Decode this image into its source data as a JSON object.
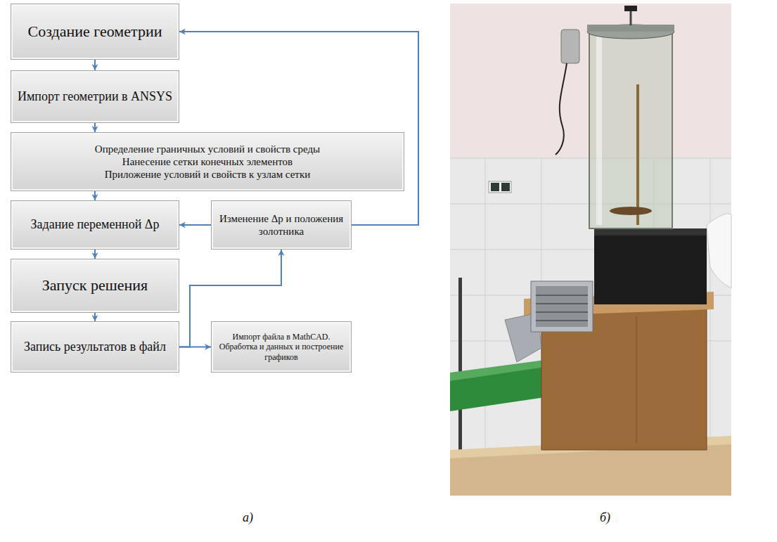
{
  "diagram": {
    "nodes": [
      {
        "text": [
          "Создание геометрии"
        ]
      },
      {
        "text": [
          "Импорт геометрии в ANSYS"
        ]
      },
      {
        "text": [
          "Определение граничных условий и свойств среды",
          "Нанесение сетки конечных элементов",
          "Приложение условий и свойств к узлам сетки"
        ]
      },
      {
        "text": [
          "Задание переменной Δp"
        ]
      },
      {
        "text": [
          "Изменение Δp и положения золотника"
        ]
      },
      {
        "text": [
          "Запуск решения"
        ]
      },
      {
        "text": [
          "Запись результатов в файл"
        ]
      },
      {
        "text": [
          "Импорт файла в MathCAD. Обработка и данных и построение графиков"
        ]
      }
    ],
    "edges": [
      {
        "from": 0,
        "to": 1,
        "arrow": "to"
      },
      {
        "from": 1,
        "to": 2,
        "arrow": "to"
      },
      {
        "from": 2,
        "to": 3,
        "arrow": "to"
      },
      {
        "from": 3,
        "to": 5,
        "arrow": "to"
      },
      {
        "from": 5,
        "to": 6,
        "arrow": "to"
      },
      {
        "from": 6,
        "to": 7,
        "arrow": "to"
      },
      {
        "from": 6,
        "to": 4,
        "arrow": "to"
      },
      {
        "from": 4,
        "to": 3,
        "arrow": "to"
      },
      {
        "from": 4,
        "to": 0,
        "arrow": "to"
      }
    ],
    "labels": [
      "а)",
      "б)"
    ]
  }
}
